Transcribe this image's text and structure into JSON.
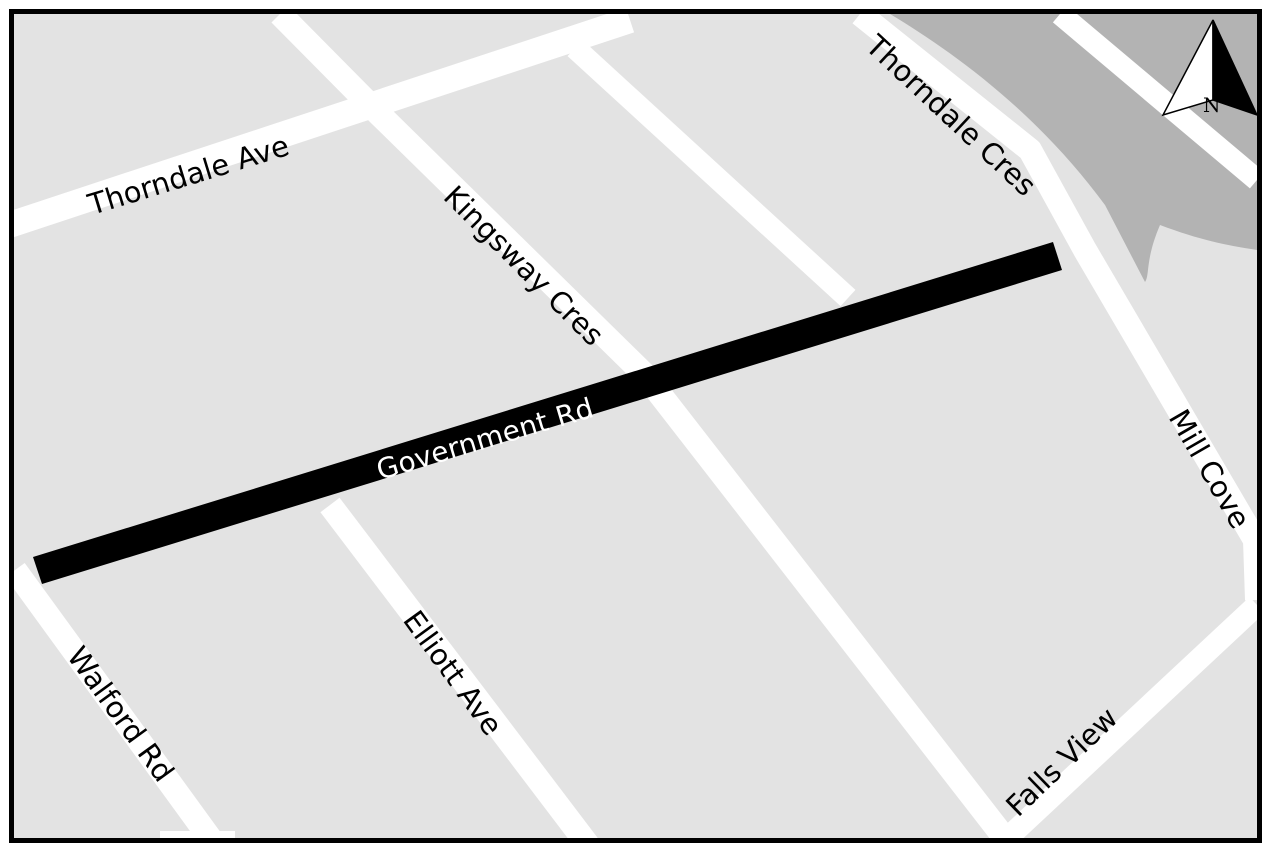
{
  "map": {
    "colors": {
      "block": "#e3e3e3",
      "road": "#ffffff",
      "water": "#b3b3b3",
      "highlighted_road": "#000000",
      "frame": "#000000"
    },
    "highlighted_street": "Government Rd",
    "streets": {
      "thorndale_ave": "Thorndale Ave",
      "kingsway_cres": "Kingsway Cres",
      "thorndale_cres": "Thorndale Cres",
      "government_rd": "Government Rd",
      "mill_cove": "Mill Cove",
      "walford_rd": "Walford Rd",
      "elliott_ave": "Elliott Ave",
      "falls_view": "Falls View"
    },
    "north_arrow": {
      "icon": "north-arrow-icon",
      "letter": "N"
    }
  }
}
